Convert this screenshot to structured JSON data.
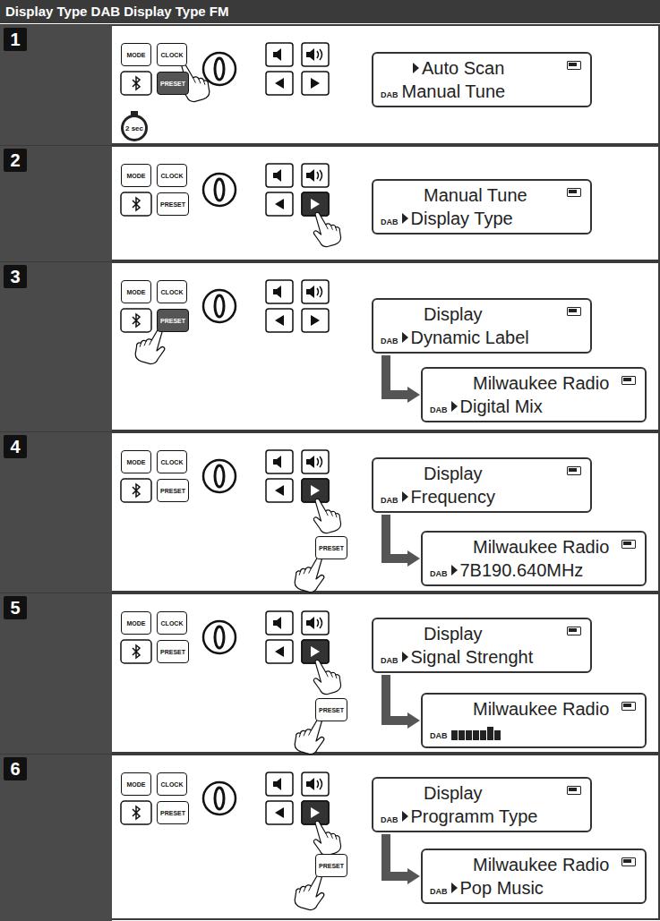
{
  "diagram": {
    "title": "Display Type DAB Display Type FM",
    "nodes": [
      {
        "text": [
          "1"
        ]
      },
      {
        "text": [
          "MODE"
        ]
      },
      {
        "text": [
          "CLOCK"
        ]
      },
      {
        "text": [
          "PRESET"
        ]
      },
      {
        "text": [
          "Auto Scan",
          "DAB",
          "Manual Tune"
        ]
      },
      {
        "text": [
          "2"
        ]
      },
      {
        "text": [
          "MODE"
        ]
      },
      {
        "text": [
          "CLOCK"
        ]
      },
      {
        "text": [
          "PRESET"
        ]
      },
      {
        "text": [
          "Manual Tune",
          "DAB",
          "Display Type"
        ]
      },
      {
        "text": [
          "3"
        ]
      },
      {
        "text": [
          "MODE"
        ]
      },
      {
        "text": [
          "CLOCK"
        ]
      },
      {
        "text": [
          "PRESET"
        ]
      },
      {
        "text": [
          "Display",
          "DAB",
          "Dynamic Label"
        ]
      },
      {
        "text": [
          "Milwaukee Radio",
          "DAB",
          "Digital Mix"
        ]
      },
      {
        "text": [
          "4"
        ]
      },
      {
        "text": [
          "MODE"
        ]
      },
      {
        "text": [
          "CLOCK"
        ]
      },
      {
        "text": [
          "PRESET"
        ]
      },
      {
        "text": [
          "Display",
          "DAB",
          "Frequency"
        ]
      },
      {
        "text": [
          "PRESET"
        ]
      },
      {
        "text": [
          "Milwaukee Radio",
          "DAB",
          "7B190.640MHz"
        ]
      },
      {
        "text": [
          "5"
        ]
      },
      {
        "text": [
          "MODE"
        ]
      },
      {
        "text": [
          "CLOCK"
        ]
      },
      {
        "text": [
          "PRESET"
        ]
      },
      {
        "text": [
          "Display",
          "DAB",
          "Signal Strenght"
        ]
      },
      {
        "text": [
          "PRESET"
        ]
      },
      {
        "text": [
          "Milwaukee Radio",
          "DAB"
        ]
      },
      {
        "text": [
          "6"
        ]
      },
      {
        "text": [
          "MODE"
        ]
      },
      {
        "text": [
          "CLOCK"
        ]
      },
      {
        "text": [
          "PRESET"
        ]
      },
      {
        "text": [
          "Display",
          "DAB",
          "Programm Type"
        ]
      },
      {
        "text": [
          "PRESET"
        ]
      },
      {
        "text": [
          "Milwaukee Radio",
          "DAB",
          "Pop Music"
        ]
      }
    ],
    "edges": [
      {
        "from": 14,
        "to": 15,
        "arrow": "to"
      },
      {
        "from": 20,
        "to": 22,
        "arrow": "to"
      },
      {
        "from": 27,
        "to": 29,
        "arrow": "to"
      },
      {
        "from": 34,
        "to": 36,
        "arrow": "to"
      }
    ],
    "labels": [
      "2 sec"
    ]
  }
}
